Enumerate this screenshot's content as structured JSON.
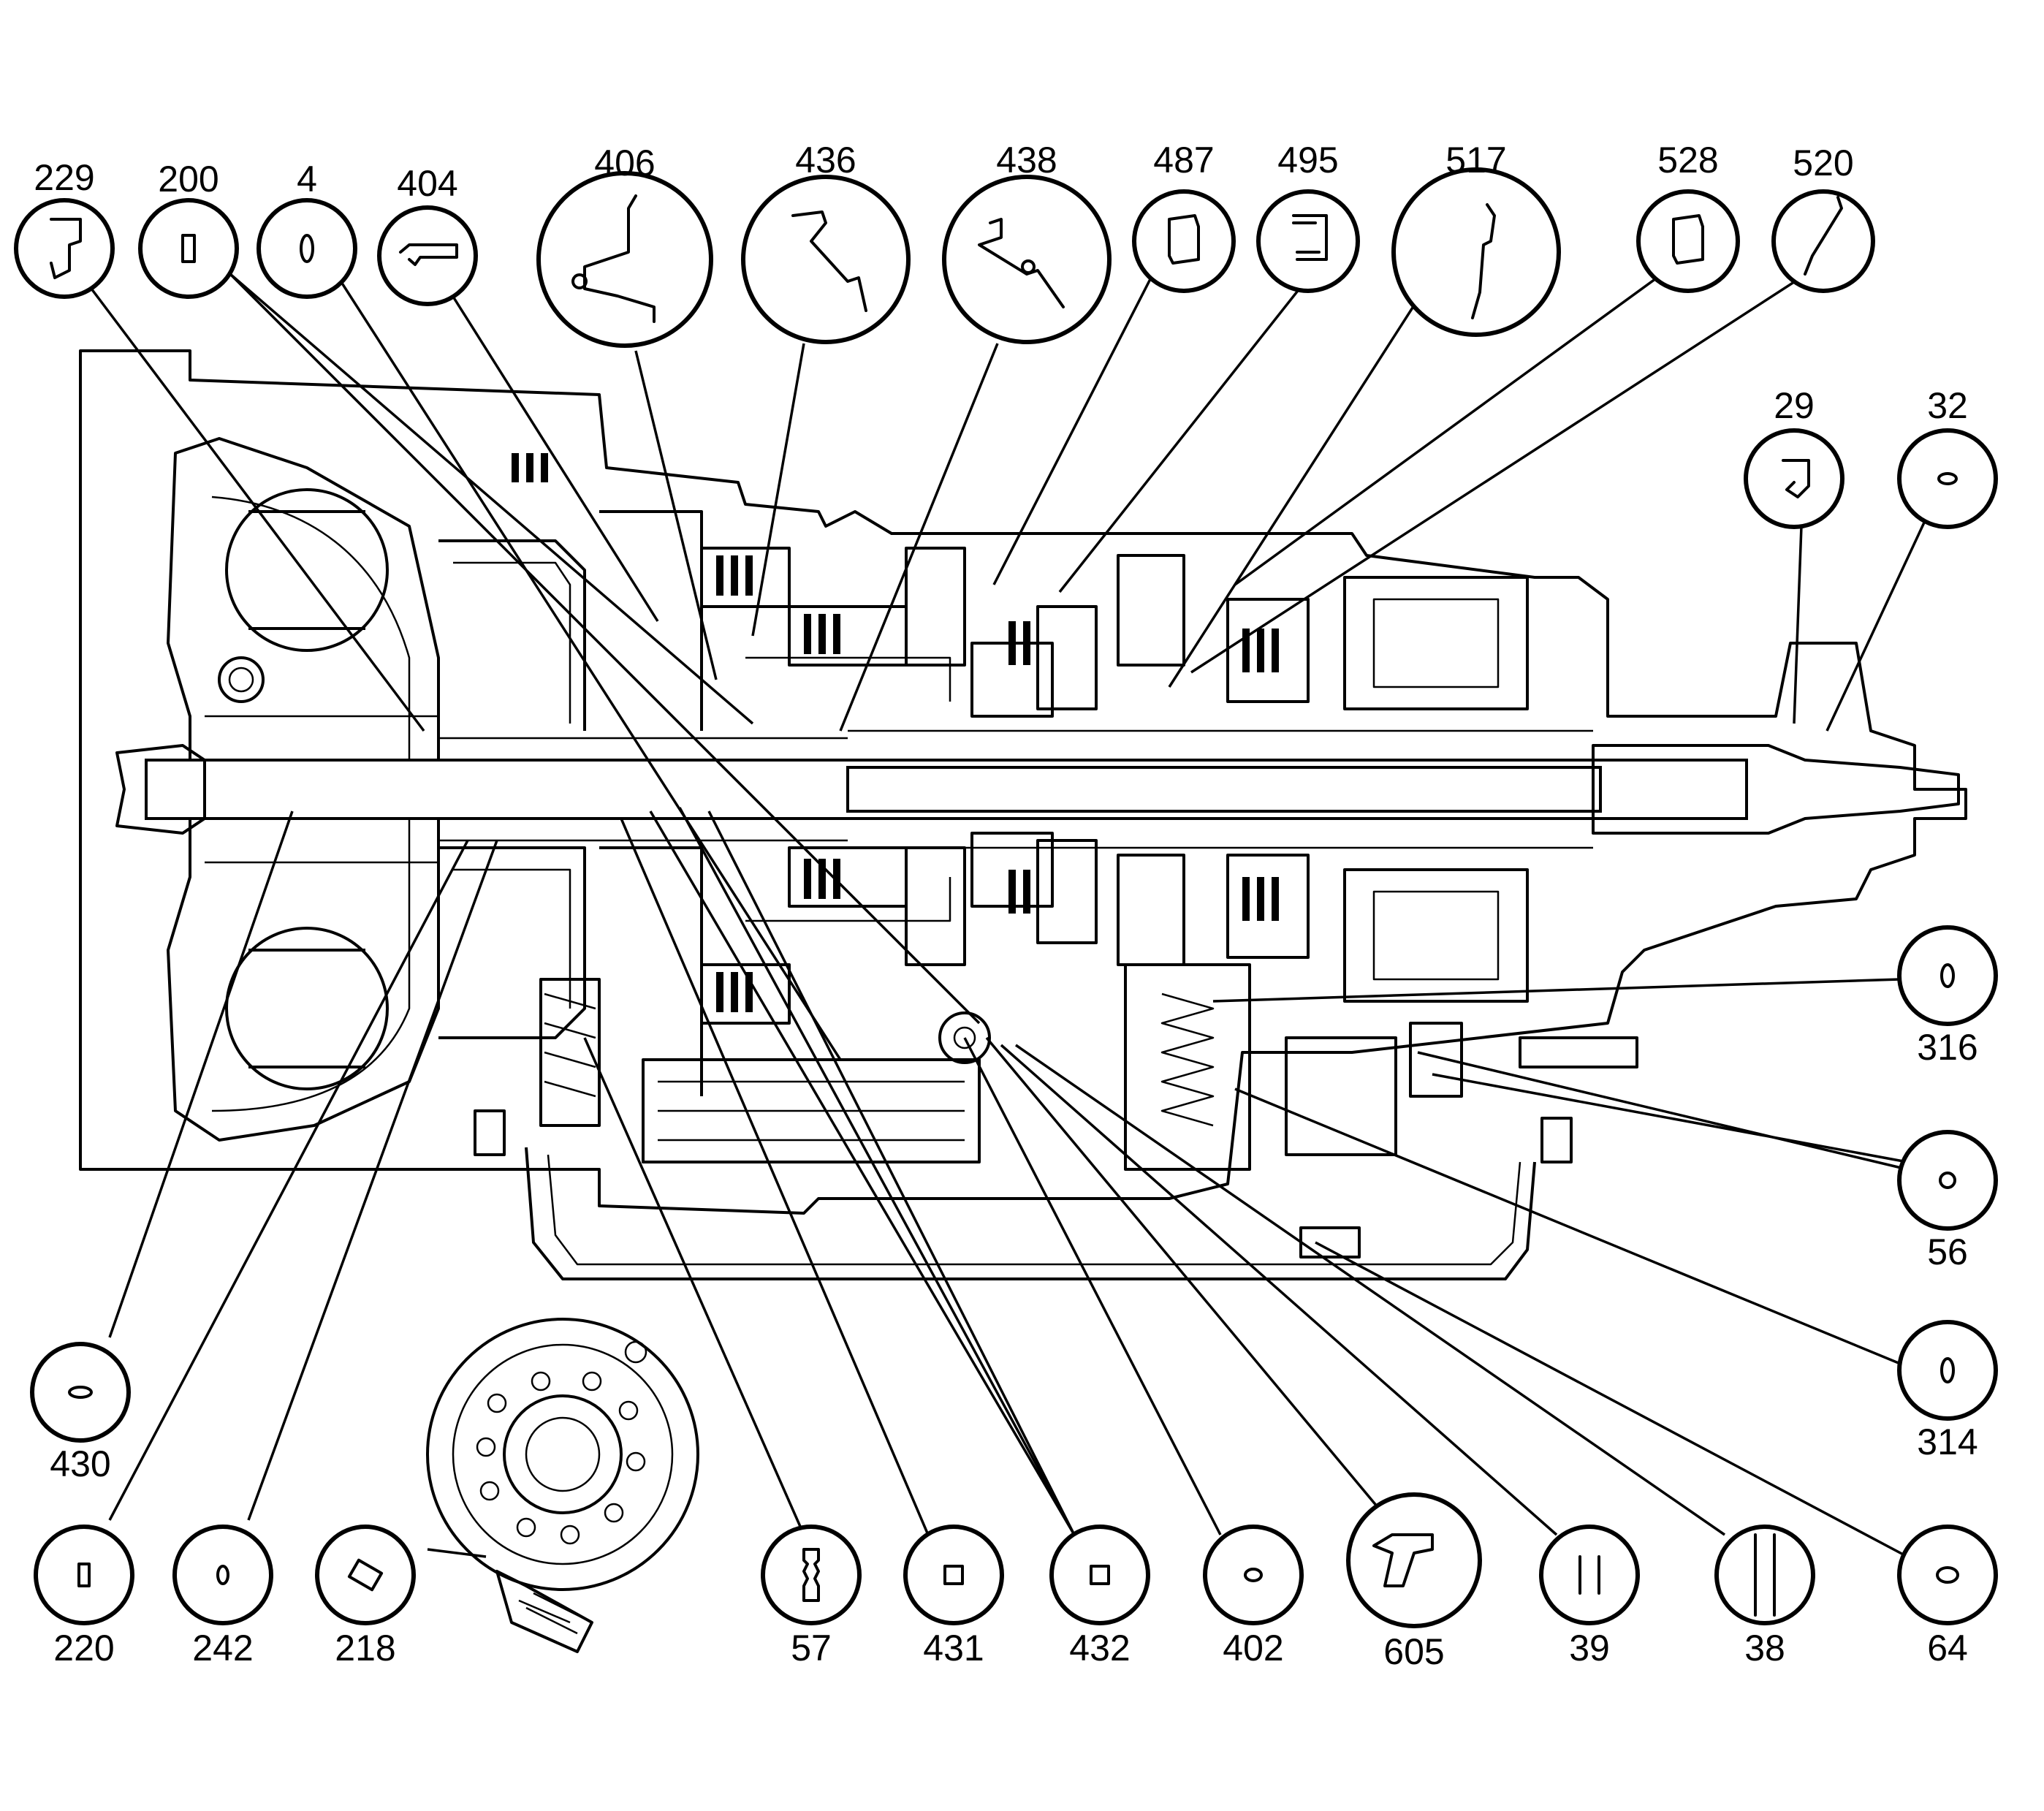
{
  "callouts": {
    "top": [
      {
        "id": "229",
        "label": "229",
        "glyph": "bracket-clip-icon"
      },
      {
        "id": "200",
        "label": "200",
        "glyph": "rectangular-seal-icon"
      },
      {
        "id": "4",
        "label": "4",
        "glyph": "oval-seal-icon"
      },
      {
        "id": "404",
        "label": "404",
        "glyph": "snap-ring-icon"
      },
      {
        "id": "406",
        "label": "406",
        "glyph": "piston-profile-icon"
      },
      {
        "id": "436",
        "label": "436",
        "glyph": "piston-profile-icon"
      },
      {
        "id": "438",
        "label": "438",
        "glyph": "piston-profile-icon"
      },
      {
        "id": "487",
        "label": "487",
        "glyph": "lip-seal-icon"
      },
      {
        "id": "495",
        "label": "495",
        "glyph": "lip-seal-icon"
      },
      {
        "id": "517",
        "label": "517",
        "glyph": "piston-profile-icon"
      },
      {
        "id": "528",
        "label": "528",
        "glyph": "lip-seal-icon"
      },
      {
        "id": "520",
        "label": "520",
        "glyph": "spring-plate-icon"
      }
    ],
    "right": [
      {
        "id": "29",
        "label": "29",
        "glyph": "bracket-clip-icon"
      },
      {
        "id": "32",
        "label": "32",
        "glyph": "flat-washer-icon"
      },
      {
        "id": "316",
        "label": "316",
        "glyph": "o-ring-icon"
      },
      {
        "id": "56",
        "label": "56",
        "glyph": "round-seal-icon"
      },
      {
        "id": "314",
        "label": "314",
        "glyph": "o-ring-icon"
      }
    ],
    "bottom": [
      {
        "id": "430",
        "label": "430",
        "glyph": "flat-washer-icon"
      },
      {
        "id": "220",
        "label": "220",
        "glyph": "rectangular-seal-icon"
      },
      {
        "id": "242",
        "label": "242",
        "glyph": "o-ring-icon"
      },
      {
        "id": "218",
        "label": "218",
        "glyph": "square-seal-icon"
      },
      {
        "id": "57",
        "label": "57",
        "glyph": "filter-seal-icon"
      },
      {
        "id": "431",
        "label": "431",
        "glyph": "square-seal-icon"
      },
      {
        "id": "432",
        "label": "432",
        "glyph": "square-seal-icon"
      },
      {
        "id": "402",
        "label": "402",
        "glyph": "flat-washer-icon"
      },
      {
        "id": "605",
        "label": "605",
        "glyph": "bracket-seal-icon"
      },
      {
        "id": "39",
        "label": "39",
        "glyph": "dowel-pin-icon"
      },
      {
        "id": "38",
        "label": "38",
        "glyph": "long-pin-icon"
      },
      {
        "id": "64",
        "label": "64",
        "glyph": "flat-washer-icon"
      }
    ]
  }
}
